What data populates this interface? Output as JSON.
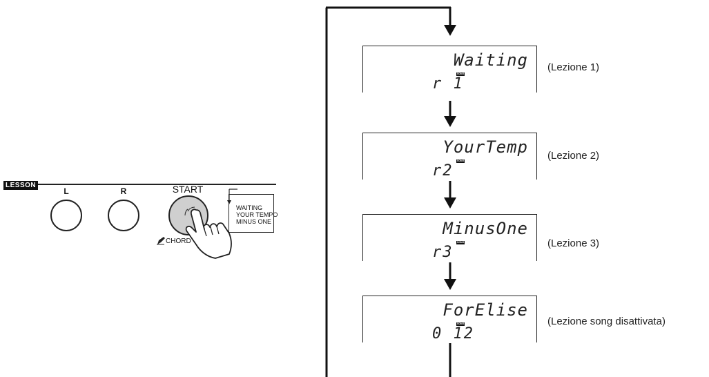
{
  "panel": {
    "section_tag": "LESSON",
    "button_l": "L",
    "button_r": "R",
    "button_start": "START",
    "mode_lines": [
      "WAITING",
      "YOUR TEMPO",
      "MINUS ONE"
    ],
    "chord_label": "CHORD"
  },
  "displays": [
    {
      "top": "Waiting",
      "bottom": "r 1",
      "song_tag": "SONG",
      "caption": "(Lezione 1)"
    },
    {
      "top": "YourTemp",
      "bottom": "r2",
      "song_tag": "SONG",
      "caption": "(Lezione 2)"
    },
    {
      "top": "MinusOne",
      "bottom": "r3",
      "song_tag": "SONG",
      "caption": "(Lezione 3)"
    },
    {
      "top": "ForElise",
      "bottom": "0 12",
      "song_tag": "SONG",
      "caption": "(Lezione song disattivata)"
    }
  ]
}
